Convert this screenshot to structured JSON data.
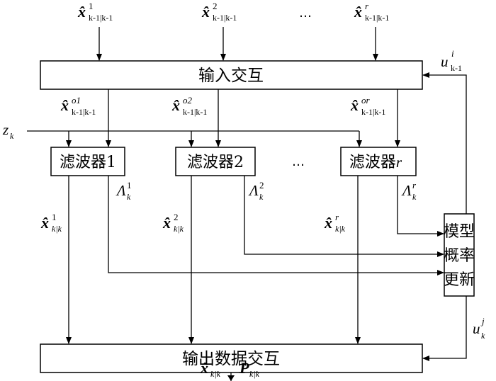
{
  "blocks": {
    "input_interaction": "输入交互",
    "filter_1": "滤波器1",
    "filter_2": "滤波器2",
    "filter_r_prefix": "滤波器",
    "filter_r_index": "r",
    "model_update_line1": "模型",
    "model_update_line2": "概率",
    "model_update_line3": "更新",
    "output_interaction": "输出数据交互"
  },
  "ellipsis": "…",
  "inputs": [
    {
      "symbol": "x̂",
      "sup": "1",
      "sub": "k-1|k-1"
    },
    {
      "symbol": "x̂",
      "sup": "2",
      "sub": "k-1|k-1"
    },
    {
      "symbol": "x̂",
      "sup": "r",
      "sub": "k-1|k-1"
    }
  ],
  "mixed_states": [
    {
      "symbol": "x̂",
      "sup": "o1",
      "sub": "k-1|k-1"
    },
    {
      "symbol": "x̂",
      "sup": "o2",
      "sub": "k-1|k-1"
    },
    {
      "symbol": "x̂",
      "sup": "or",
      "sub": "k-1|k-1"
    }
  ],
  "measurement": {
    "symbol": "z",
    "sub": "k"
  },
  "filter_outputs": [
    {
      "symbol": "x̂",
      "sup": "1",
      "sub": "k|k"
    },
    {
      "symbol": "x̂",
      "sup": "2",
      "sub": "k|k"
    },
    {
      "symbol": "x̂",
      "sup": "r",
      "sub": "k|k"
    }
  ],
  "likelihoods": [
    {
      "symbol": "Λ",
      "sup": "1",
      "sub": "k"
    },
    {
      "symbol": "Λ",
      "sup": "2",
      "sub": "k"
    },
    {
      "symbol": "Λ",
      "sup": "r",
      "sub": "k"
    }
  ],
  "prob_prev": {
    "symbol": "u",
    "sup": "i",
    "sub": "k-1"
  },
  "prob_curr": {
    "symbol": "u",
    "sup": "j",
    "sub": "k"
  },
  "outputs": {
    "state": {
      "symbol": "x̂",
      "sub": "k|k"
    },
    "cov": {
      "symbol": "P",
      "sub": "k|k"
    }
  }
}
